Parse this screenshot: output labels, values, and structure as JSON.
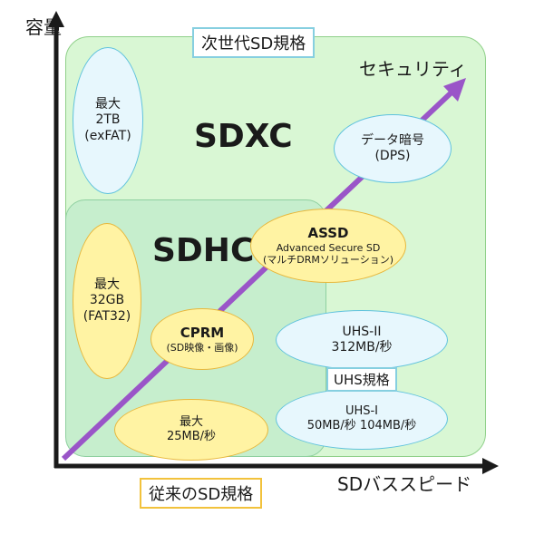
{
  "title_box": "次世代SD規格",
  "legacy_box": "従来のSD規格",
  "axes": {
    "y_label": "容量",
    "x_label": "SDバススピード"
  },
  "security_label": "セキュリティ",
  "regions": {
    "sdxc": "SDXC",
    "sdhc": "SDHC"
  },
  "sdxc_capacity": {
    "line1": "最大",
    "line2": "2TB",
    "line3": "(exFAT)"
  },
  "sdhc_capacity": {
    "line1": "最大",
    "line2": "32GB",
    "line3": "(FAT32)"
  },
  "legacy_speed": {
    "line1": "最大",
    "line2": "25MB/秒"
  },
  "dps": {
    "line1": "データ暗号",
    "line2": "(DPS)"
  },
  "assd": {
    "title": "ASSD",
    "line1": "Advanced Secure SD",
    "line2": "(マルチDRMソリューション)"
  },
  "cprm": {
    "title": "CPRM",
    "line1": "(SD映像・画像)"
  },
  "uhs_box": "UHS規格",
  "uhs2": {
    "line1": "UHS-II",
    "line2": "312MB/秒"
  },
  "uhs1": {
    "line1": "UHS-I",
    "line2": "50MB/秒 104MB/秒"
  },
  "colors": {
    "arrow": "#9a55c8",
    "axis": "#1a1a1a",
    "sdxc_fill": "#d9f7d4",
    "sdhc_fill": "#c6eecd",
    "blue_ellipse": "#e7f7fd",
    "yellow_ellipse": "#fff3a3"
  }
}
